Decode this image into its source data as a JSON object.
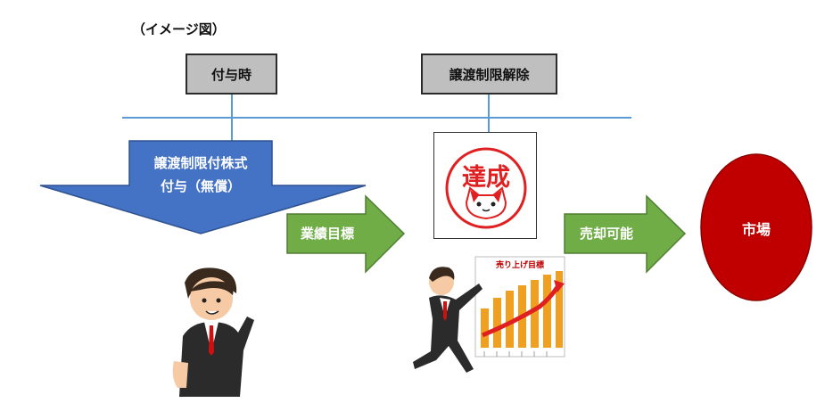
{
  "caption": "（イメージ図）",
  "timeline_labels": {
    "grant_time": "付与時",
    "restriction_lifted": "譲渡制限解除"
  },
  "grant_arrow": {
    "line1": "譲渡制限付株式",
    "line2": "付与（無償）"
  },
  "arrows": {
    "performance_target": "業績目標",
    "sellable": "売却可能"
  },
  "stamp": {
    "text": "達成"
  },
  "chart_illustration": {
    "title": "売り上げ目標"
  },
  "market": {
    "label": "市場"
  },
  "colors": {
    "timeline": "#5b9bd5",
    "grant_arrow": "#4472c4",
    "green_arrow": "#70ad47",
    "market": "#c00000",
    "stamp": "#e02020"
  }
}
